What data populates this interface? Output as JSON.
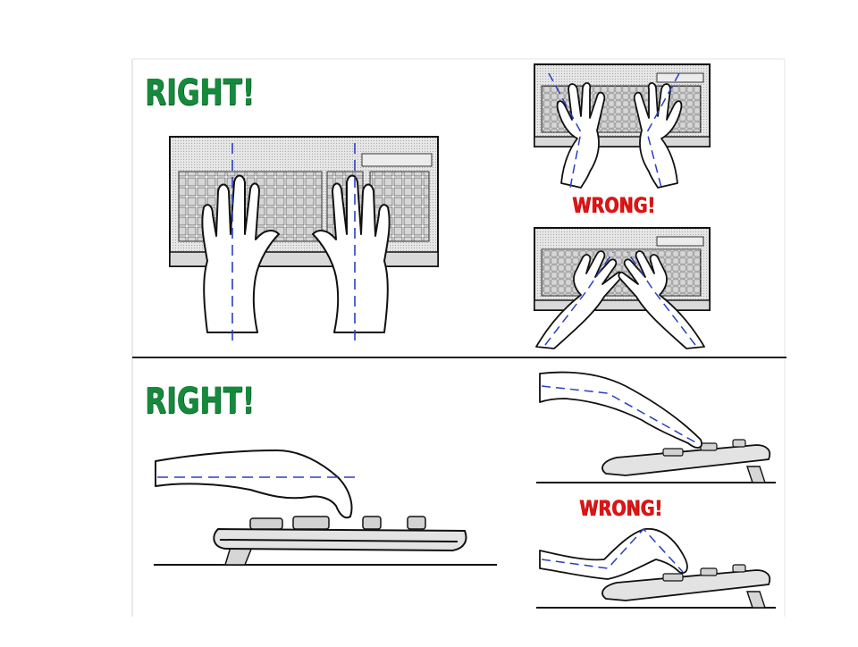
{
  "labels": {
    "right_top": "RIGHT!",
    "right_bottom": "RIGHT!",
    "wrong_top": "WRONG!",
    "wrong_bottom": "WRONG!"
  },
  "colors": {
    "right": "#168a3c",
    "wrong": "#e01414",
    "guide_line": "#2a3fbf",
    "ink": "#111111",
    "keyboard_fill": "#e3e3e3",
    "key_fill": "#d2d2d2"
  }
}
